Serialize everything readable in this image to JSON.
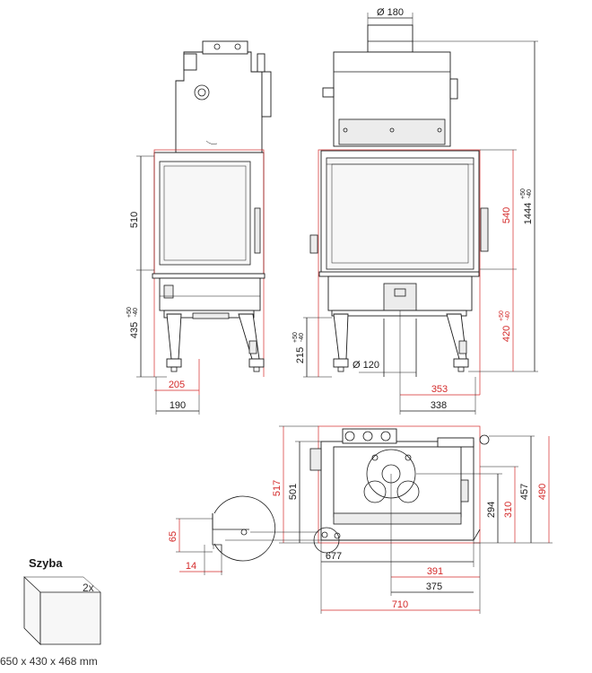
{
  "diagram": {
    "dims_top": {
      "flue_top": "Ø 180",
      "flue_back": "Ø 120"
    },
    "dims_side": {
      "h510": "510",
      "h435": "435",
      "tol435": "+50",
      "tol435b": "-40",
      "w205": "205",
      "w190": "190",
      "h215": "215",
      "tol215": "+50",
      "tol215b": "-40"
    },
    "dims_front": {
      "h540": "540",
      "h1444": "1444",
      "tol1444": "+50",
      "tol1444b": "-40",
      "h420": "420",
      "tol420": "+50",
      "tol420b": "-40",
      "w353": "353",
      "w338": "338"
    },
    "dims_plan": {
      "d517": "517",
      "d501": "501",
      "d294": "294",
      "d310": "310",
      "d457": "457",
      "d490": "490",
      "d65": "65",
      "d14": "14",
      "d677": "677",
      "d391": "391",
      "d375": "375",
      "d710": "710"
    },
    "glass": {
      "title": "Szyba",
      "count": "2x",
      "size": "650 x 430 x 468 mm"
    },
    "colors": {
      "line": "#1a1a1a",
      "accent": "#d42a2a"
    }
  }
}
